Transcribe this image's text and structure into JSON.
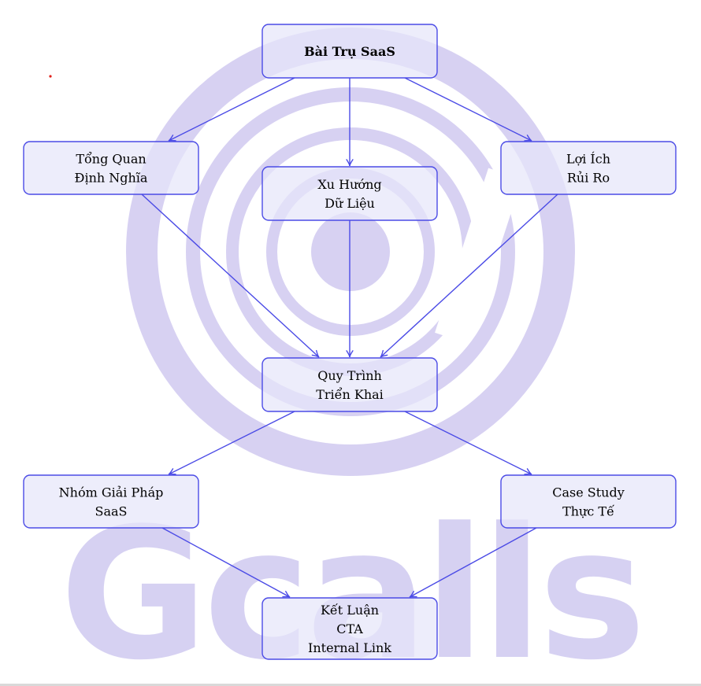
{
  "watermark": {
    "text": "Gcalls",
    "color": "#c9c2ee"
  },
  "nodes": [
    {
      "id": "root",
      "lines": [
        "Bài Trụ SaaS"
      ],
      "bold": true
    },
    {
      "id": "overview",
      "lines": [
        "Tổng Quan",
        "Định Nghĩa"
      ],
      "bold": false
    },
    {
      "id": "trends",
      "lines": [
        "Xu Hướng",
        "Dữ Liệu"
      ],
      "bold": false
    },
    {
      "id": "benefits",
      "lines": [
        "Lợi Ích",
        "Rủi Ro"
      ],
      "bold": false
    },
    {
      "id": "process",
      "lines": [
        "Quy Trình",
        "Triển Khai"
      ],
      "bold": false
    },
    {
      "id": "solutions",
      "lines": [
        "Nhóm Giải Pháp",
        "SaaS"
      ],
      "bold": false
    },
    {
      "id": "case",
      "lines": [
        "Case Study",
        "Thực Tế"
      ],
      "bold": false
    },
    {
      "id": "conclusion",
      "lines": [
        "Kết Luận",
        "CTA",
        "Internal Link"
      ],
      "bold": false
    }
  ],
  "edges": [
    {
      "from": "root",
      "to": "overview"
    },
    {
      "from": "root",
      "to": "trends"
    },
    {
      "from": "root",
      "to": "benefits"
    },
    {
      "from": "overview",
      "to": "process"
    },
    {
      "from": "trends",
      "to": "process"
    },
    {
      "from": "benefits",
      "to": "process"
    },
    {
      "from": "process",
      "to": "solutions"
    },
    {
      "from": "process",
      "to": "case"
    },
    {
      "from": "solutions",
      "to": "conclusion"
    },
    {
      "from": "case",
      "to": "conclusion"
    }
  ],
  "colors": {
    "edge": "#4b4be6",
    "node_fill": "#e6e6fa",
    "dot": "#e0201a"
  }
}
